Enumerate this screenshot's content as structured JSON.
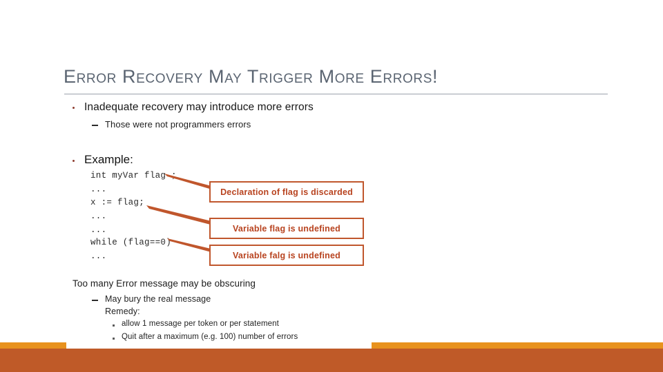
{
  "slide": {
    "title": "Error Recovery May Trigger More Errors!",
    "theme": {
      "title_color": "#5b6572",
      "rule_color": "#9aa1ab",
      "accent_amber": "#e8921e",
      "accent_terracotta": "#bf5a28",
      "callout_border": "#c0562c",
      "callout_text": "#b8431f",
      "bullet_color": "#8d3b2e"
    }
  },
  "body": {
    "bullet1": "Inadequate recovery may introduce more errors",
    "bullet1_sub": "Those were not programmers errors",
    "example_label": "Example:",
    "code": [
      "int myVar flag ;",
      "...",
      "x := flag;",
      "...",
      "...",
      "while (flag==0)",
      "..."
    ],
    "callouts": [
      "Declaration of flag is discarded",
      "Variable flag is undefined",
      "Variable falg is undefined"
    ],
    "bullet2": "Too many Error message may be obscuring",
    "bullet2_sub": "May bury the real message",
    "remedy_label": "Remedy:",
    "remedy_items": [
      "allow 1 message per token or per statement",
      "Quit after a maximum (e.g. 100) number of errors"
    ]
  }
}
